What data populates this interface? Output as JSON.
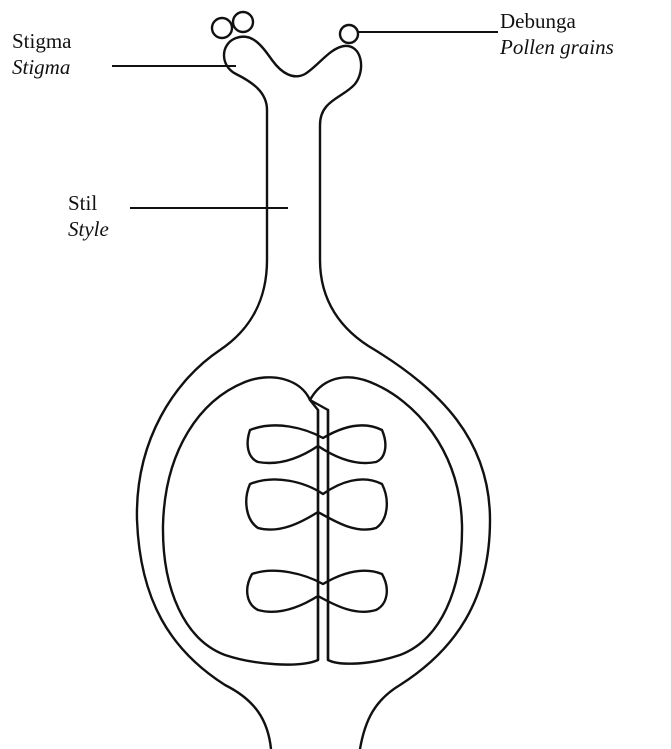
{
  "labels": {
    "stigma": {
      "malay": "Stigma",
      "english": "Stigma"
    },
    "style": {
      "malay": "Stil",
      "english": "Style"
    },
    "pollen": {
      "malay": "Debunga",
      "english": "Pollen grains"
    }
  },
  "colors": {
    "ink": "#111111",
    "background": "#ffffff"
  }
}
